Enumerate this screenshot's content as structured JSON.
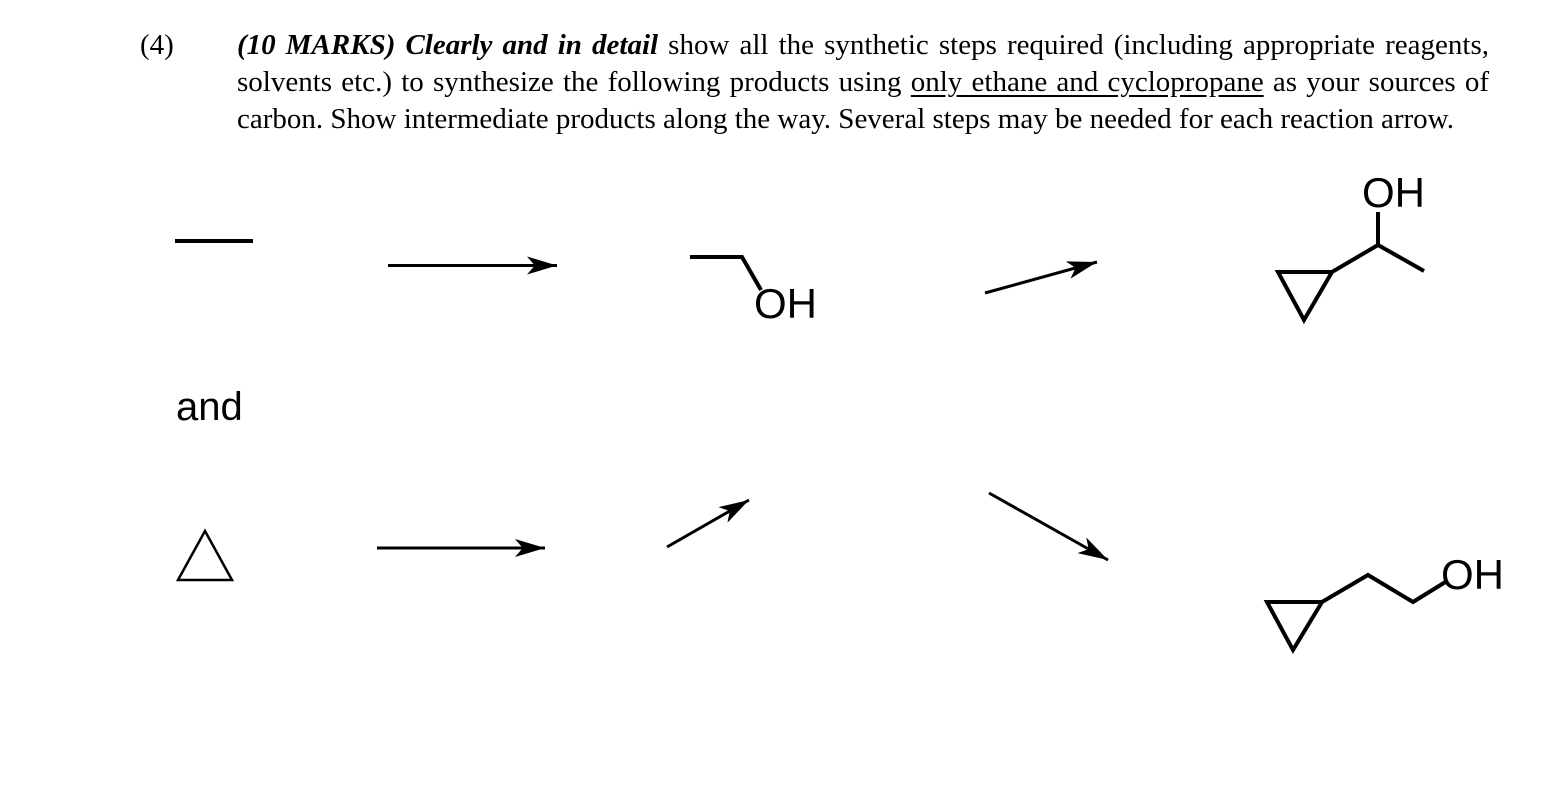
{
  "page": {
    "background_color": "#ffffff",
    "ink_color": "#000000"
  },
  "question": {
    "number": "(4)",
    "marks_lead": "(10 MARKS) Clearly and in detail",
    "body_before_underline": " show all the synthetic steps required (including appropriate reagents, solvents etc.) to synthesize the following products using ",
    "underlined_phrase": "only ethane and cyclopropane",
    "body_after_underline": " as your sources of carbon. Show intermediate products along the way. Several steps may be needed for each reaction arrow."
  },
  "connector_text": "and",
  "labels": {
    "hydroxyl": "OH"
  },
  "scheme": {
    "row1": [
      "ethane-structure",
      "reaction-arrow",
      "ethanol-structure",
      "reaction-arrow",
      "1-cyclopropylethanol-structure"
    ],
    "row2": [
      "cyclopropane-structure",
      "reaction-arrow",
      "reaction-arrow",
      "reaction-arrow",
      "2-cyclopropylethanol-structure"
    ]
  }
}
